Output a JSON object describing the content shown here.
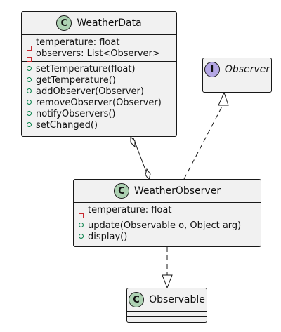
{
  "classes": {
    "weather_data": {
      "badge": "C",
      "name": "WeatherData",
      "fields": [
        "temperature: float",
        "observers: List<Observer>"
      ],
      "methods": [
        "setTemperature(float)",
        "getTemperature()",
        "addObserver(Observer)",
        "removeObserver(Observer)",
        "notifyObservers()",
        "setChanged()"
      ]
    },
    "observer": {
      "badge": "I",
      "name": "Observer",
      "fields": [],
      "methods": []
    },
    "weather_observer": {
      "badge": "C",
      "name": "WeatherObserver",
      "fields": [
        "temperature: float"
      ],
      "methods": [
        "update(Observable o, Object arg)",
        "display()"
      ]
    },
    "observable": {
      "badge": "C",
      "name": "Observable",
      "fields": [],
      "methods": []
    }
  },
  "relations": [
    {
      "from": "weather_data",
      "to": "weather_observer",
      "kind": "aggregation"
    },
    {
      "from": "weather_observer",
      "to": "observer",
      "kind": "realization"
    },
    {
      "from": "weather_observer",
      "to": "observable",
      "kind": "realization"
    }
  ],
  "colors": {
    "class_badge": "#add1b2",
    "interface_badge": "#b4a7e5",
    "box_fill": "#f1f1f1",
    "line": "#181818",
    "private_marker": "#c82930",
    "public_marker": "#038048"
  }
}
